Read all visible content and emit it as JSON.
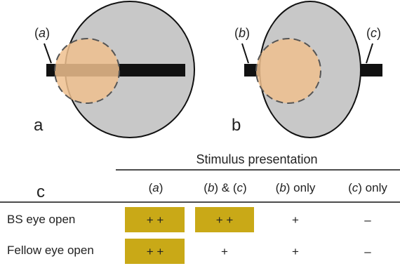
{
  "panel_a": {
    "label": "a",
    "callout_a": [
      "(",
      "a",
      ")"
    ]
  },
  "panel_b": {
    "label": "b",
    "callout_b": [
      "(",
      "b",
      ")"
    ],
    "callout_c": [
      "(",
      "c",
      ")"
    ]
  },
  "panel_c": {
    "label": "c",
    "title": "Stimulus presentation",
    "col_a": [
      "(",
      "a",
      ")"
    ],
    "col_bc": [
      "(",
      "b",
      ") & (",
      "c",
      ")"
    ],
    "col_b_only": [
      "(",
      "b",
      ") only"
    ],
    "col_c_only": [
      "(",
      "c",
      ") only"
    ],
    "rows": [
      {
        "label": "BS eye open",
        "cells": [
          "+ +",
          "+ +",
          "+",
          "–"
        ],
        "highlight": [
          true,
          true,
          false,
          false
        ]
      },
      {
        "label": "Fellow eye open",
        "cells": [
          "+ +",
          "+",
          "+",
          "–"
        ],
        "highlight": [
          true,
          false,
          false,
          false
        ]
      }
    ]
  },
  "colors": {
    "field_gray": "#c8c8c8",
    "blind_spot": "#efc08e",
    "bar": "#111111",
    "highlight": "#c9a917"
  }
}
